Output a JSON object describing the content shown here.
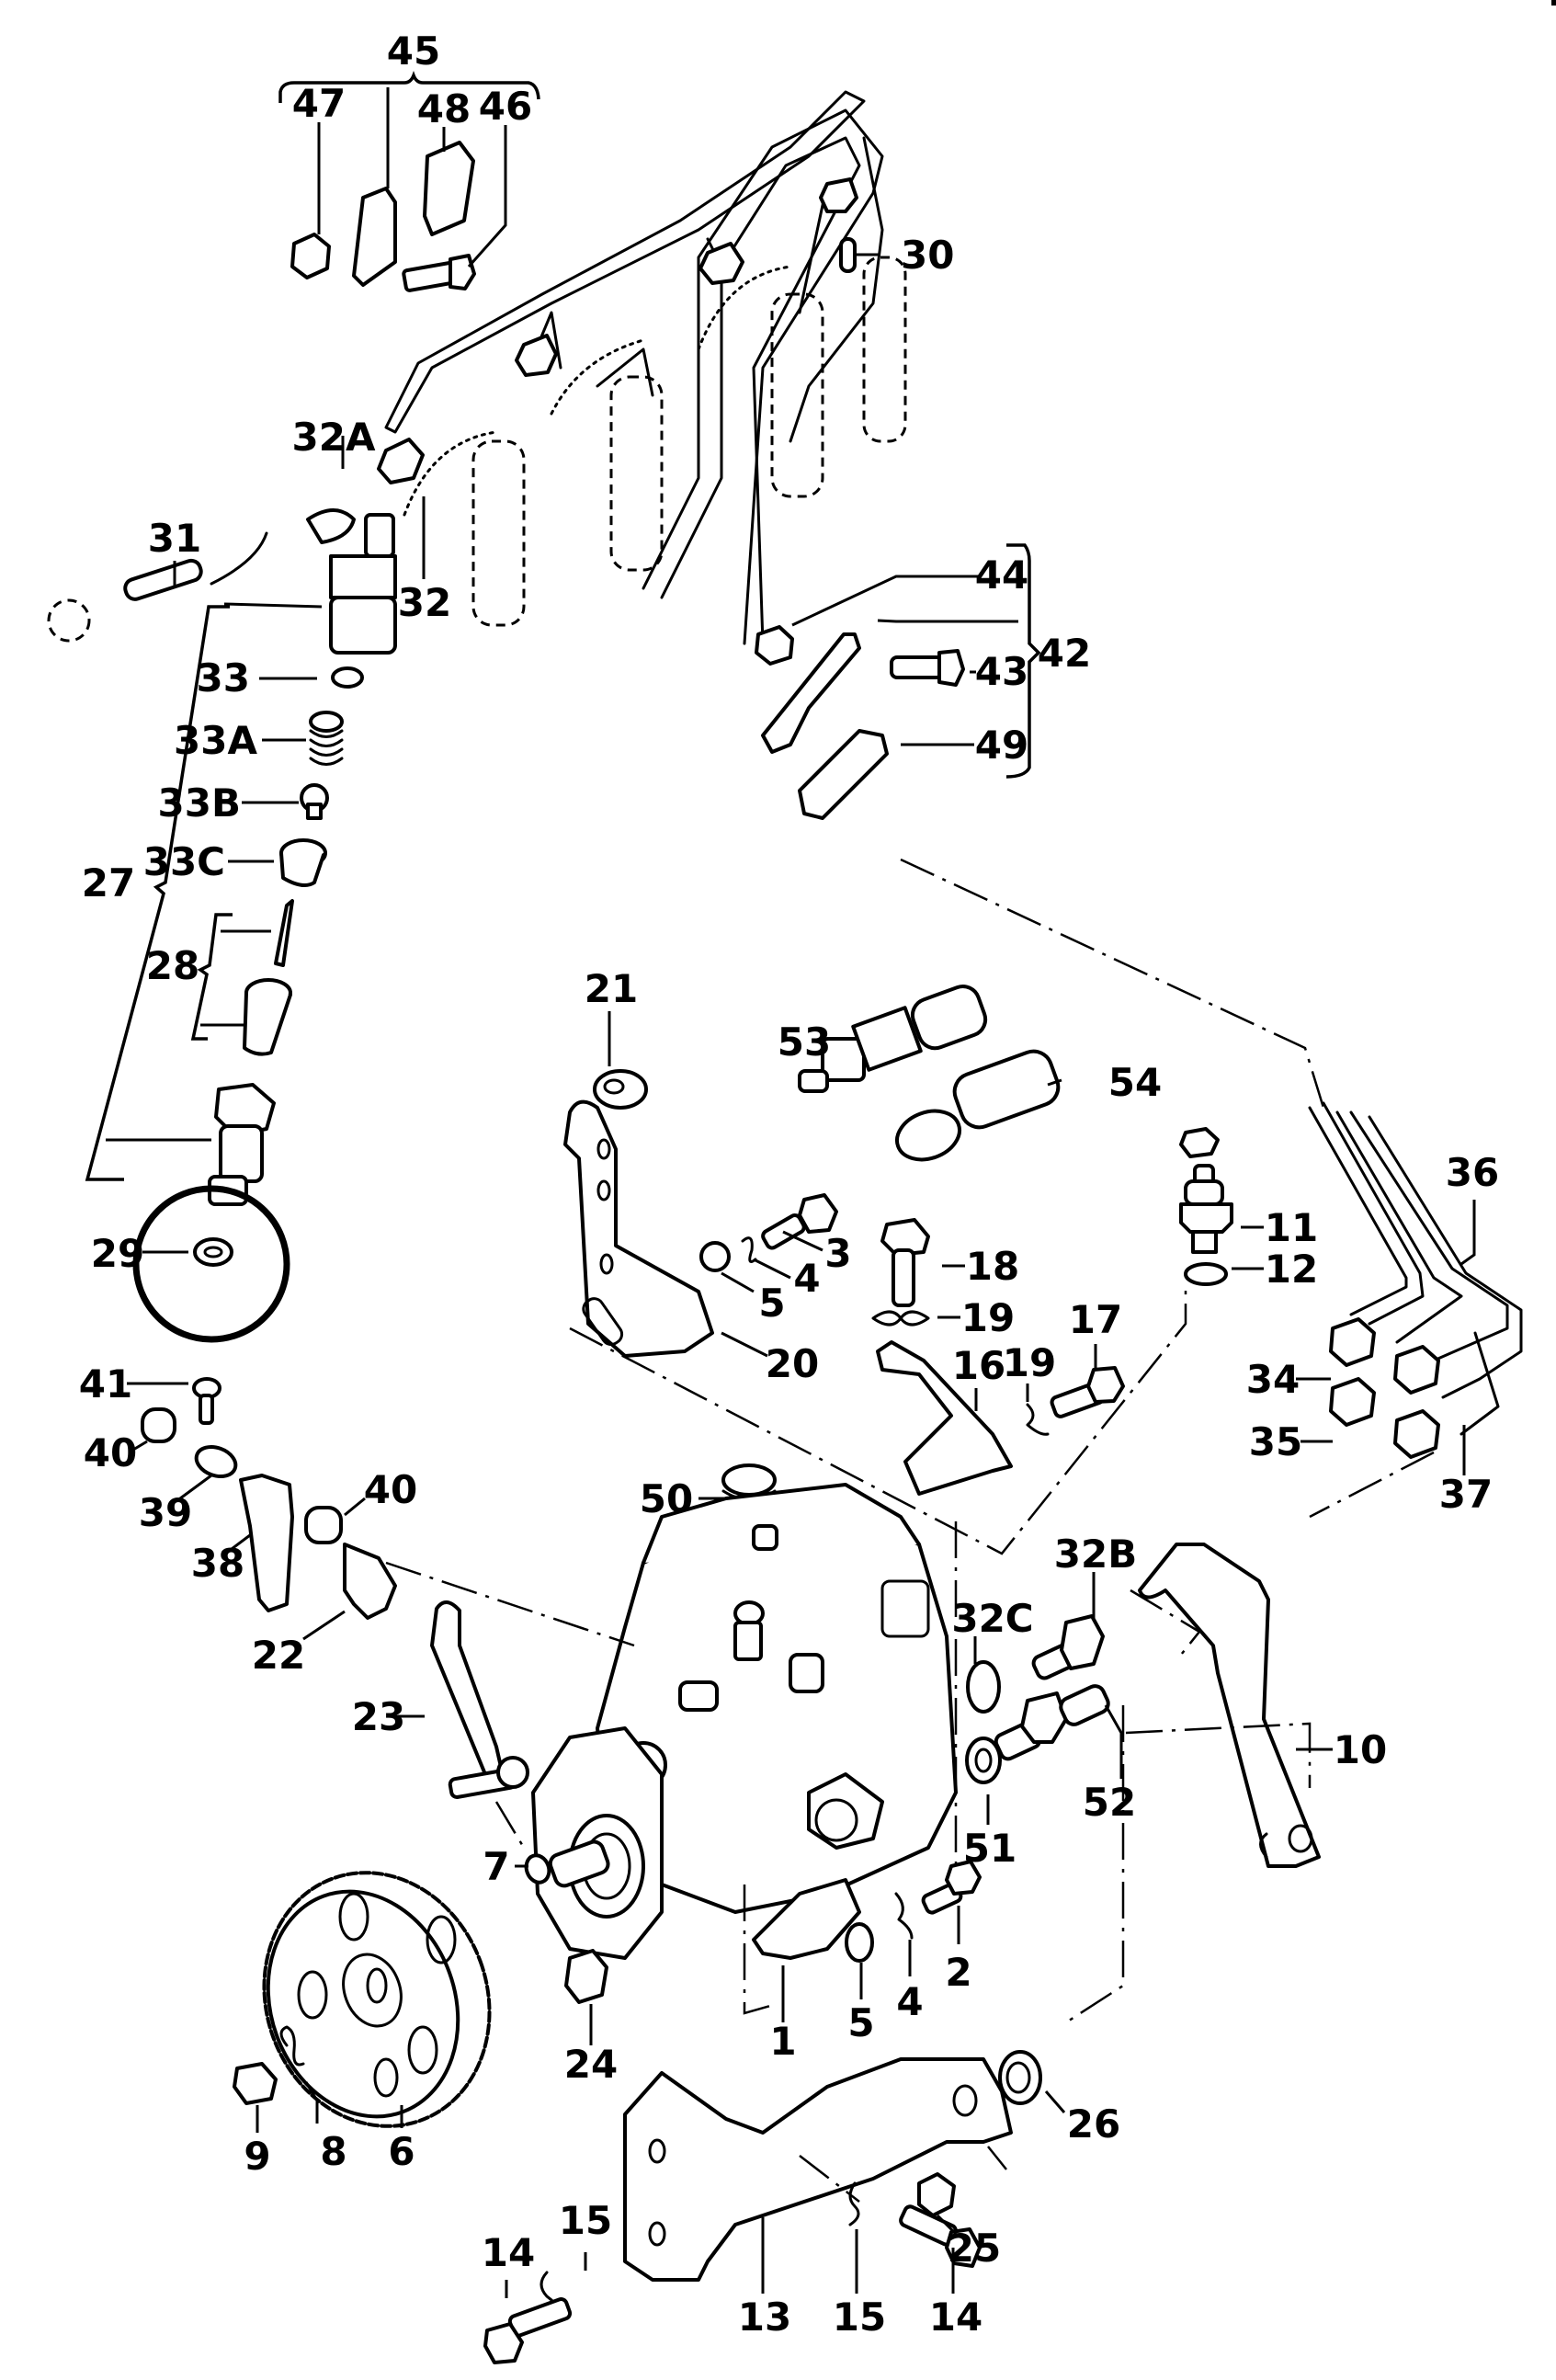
{
  "diagram": {
    "title": "Injection pump exploded view",
    "highlight": {
      "part": "29",
      "shape": "circle"
    },
    "groups": [
      {
        "id": "45",
        "members": [
          "47",
          "45-bracket",
          "48",
          "46"
        ]
      },
      {
        "id": "42",
        "members": [
          "44",
          "42-bracket",
          "43",
          "49"
        ]
      },
      {
        "id": "27",
        "members": [
          "33",
          "33A",
          "33B",
          "33C",
          "28",
          "27-body"
        ]
      },
      {
        "id": "28",
        "members": [
          "28-needle",
          "28-nozzle"
        ]
      }
    ],
    "labels": [
      {
        "id": "45",
        "text": "45"
      },
      {
        "id": "47",
        "text": "47"
      },
      {
        "id": "48",
        "text": "48"
      },
      {
        "id": "46",
        "text": "46"
      },
      {
        "id": "30",
        "text": "30"
      },
      {
        "id": "32A",
        "text": "32A"
      },
      {
        "id": "31",
        "text": "31"
      },
      {
        "id": "32",
        "text": "32"
      },
      {
        "id": "33",
        "text": "33"
      },
      {
        "id": "33A",
        "text": "33A"
      },
      {
        "id": "33B",
        "text": "33B"
      },
      {
        "id": "33C",
        "text": "33C"
      },
      {
        "id": "27",
        "text": "27"
      },
      {
        "id": "28",
        "text": "28"
      },
      {
        "id": "29",
        "text": "29"
      },
      {
        "id": "44",
        "text": "44"
      },
      {
        "id": "43",
        "text": "43"
      },
      {
        "id": "42",
        "text": "42"
      },
      {
        "id": "49",
        "text": "49"
      },
      {
        "id": "21",
        "text": "21"
      },
      {
        "id": "53",
        "text": "53"
      },
      {
        "id": "54",
        "text": "54"
      },
      {
        "id": "3",
        "text": "3"
      },
      {
        "id": "4a",
        "text": "4"
      },
      {
        "id": "5a",
        "text": "5"
      },
      {
        "id": "20",
        "text": "20"
      },
      {
        "id": "18",
        "text": "18"
      },
      {
        "id": "19a",
        "text": "19"
      },
      {
        "id": "16",
        "text": "16"
      },
      {
        "id": "19b",
        "text": "19"
      },
      {
        "id": "17",
        "text": "17"
      },
      {
        "id": "11",
        "text": "11"
      },
      {
        "id": "12",
        "text": "12"
      },
      {
        "id": "36",
        "text": "36"
      },
      {
        "id": "34",
        "text": "34"
      },
      {
        "id": "35",
        "text": "35"
      },
      {
        "id": "37",
        "text": "37"
      },
      {
        "id": "41",
        "text": "41"
      },
      {
        "id": "40a",
        "text": "40"
      },
      {
        "id": "39",
        "text": "39"
      },
      {
        "id": "38",
        "text": "38"
      },
      {
        "id": "40b",
        "text": "40"
      },
      {
        "id": "22",
        "text": "22"
      },
      {
        "id": "50",
        "text": "50"
      },
      {
        "id": "23",
        "text": "23"
      },
      {
        "id": "32B",
        "text": "32B"
      },
      {
        "id": "32C",
        "text": "32C"
      },
      {
        "id": "51",
        "text": "51"
      },
      {
        "id": "52",
        "text": "52"
      },
      {
        "id": "10",
        "text": "10"
      },
      {
        "id": "7",
        "text": "7"
      },
      {
        "id": "2",
        "text": "2"
      },
      {
        "id": "4b",
        "text": "4"
      },
      {
        "id": "5b",
        "text": "5"
      },
      {
        "id": "1",
        "text": "1"
      },
      {
        "id": "24",
        "text": "24"
      },
      {
        "id": "9",
        "text": "9"
      },
      {
        "id": "8",
        "text": "8"
      },
      {
        "id": "6",
        "text": "6"
      },
      {
        "id": "26",
        "text": "26"
      },
      {
        "id": "25",
        "text": "25"
      },
      {
        "id": "13",
        "text": "13"
      },
      {
        "id": "15a",
        "text": "15"
      },
      {
        "id": "15b",
        "text": "15"
      },
      {
        "id": "14a",
        "text": "14"
      },
      {
        "id": "14b",
        "text": "14"
      }
    ]
  }
}
